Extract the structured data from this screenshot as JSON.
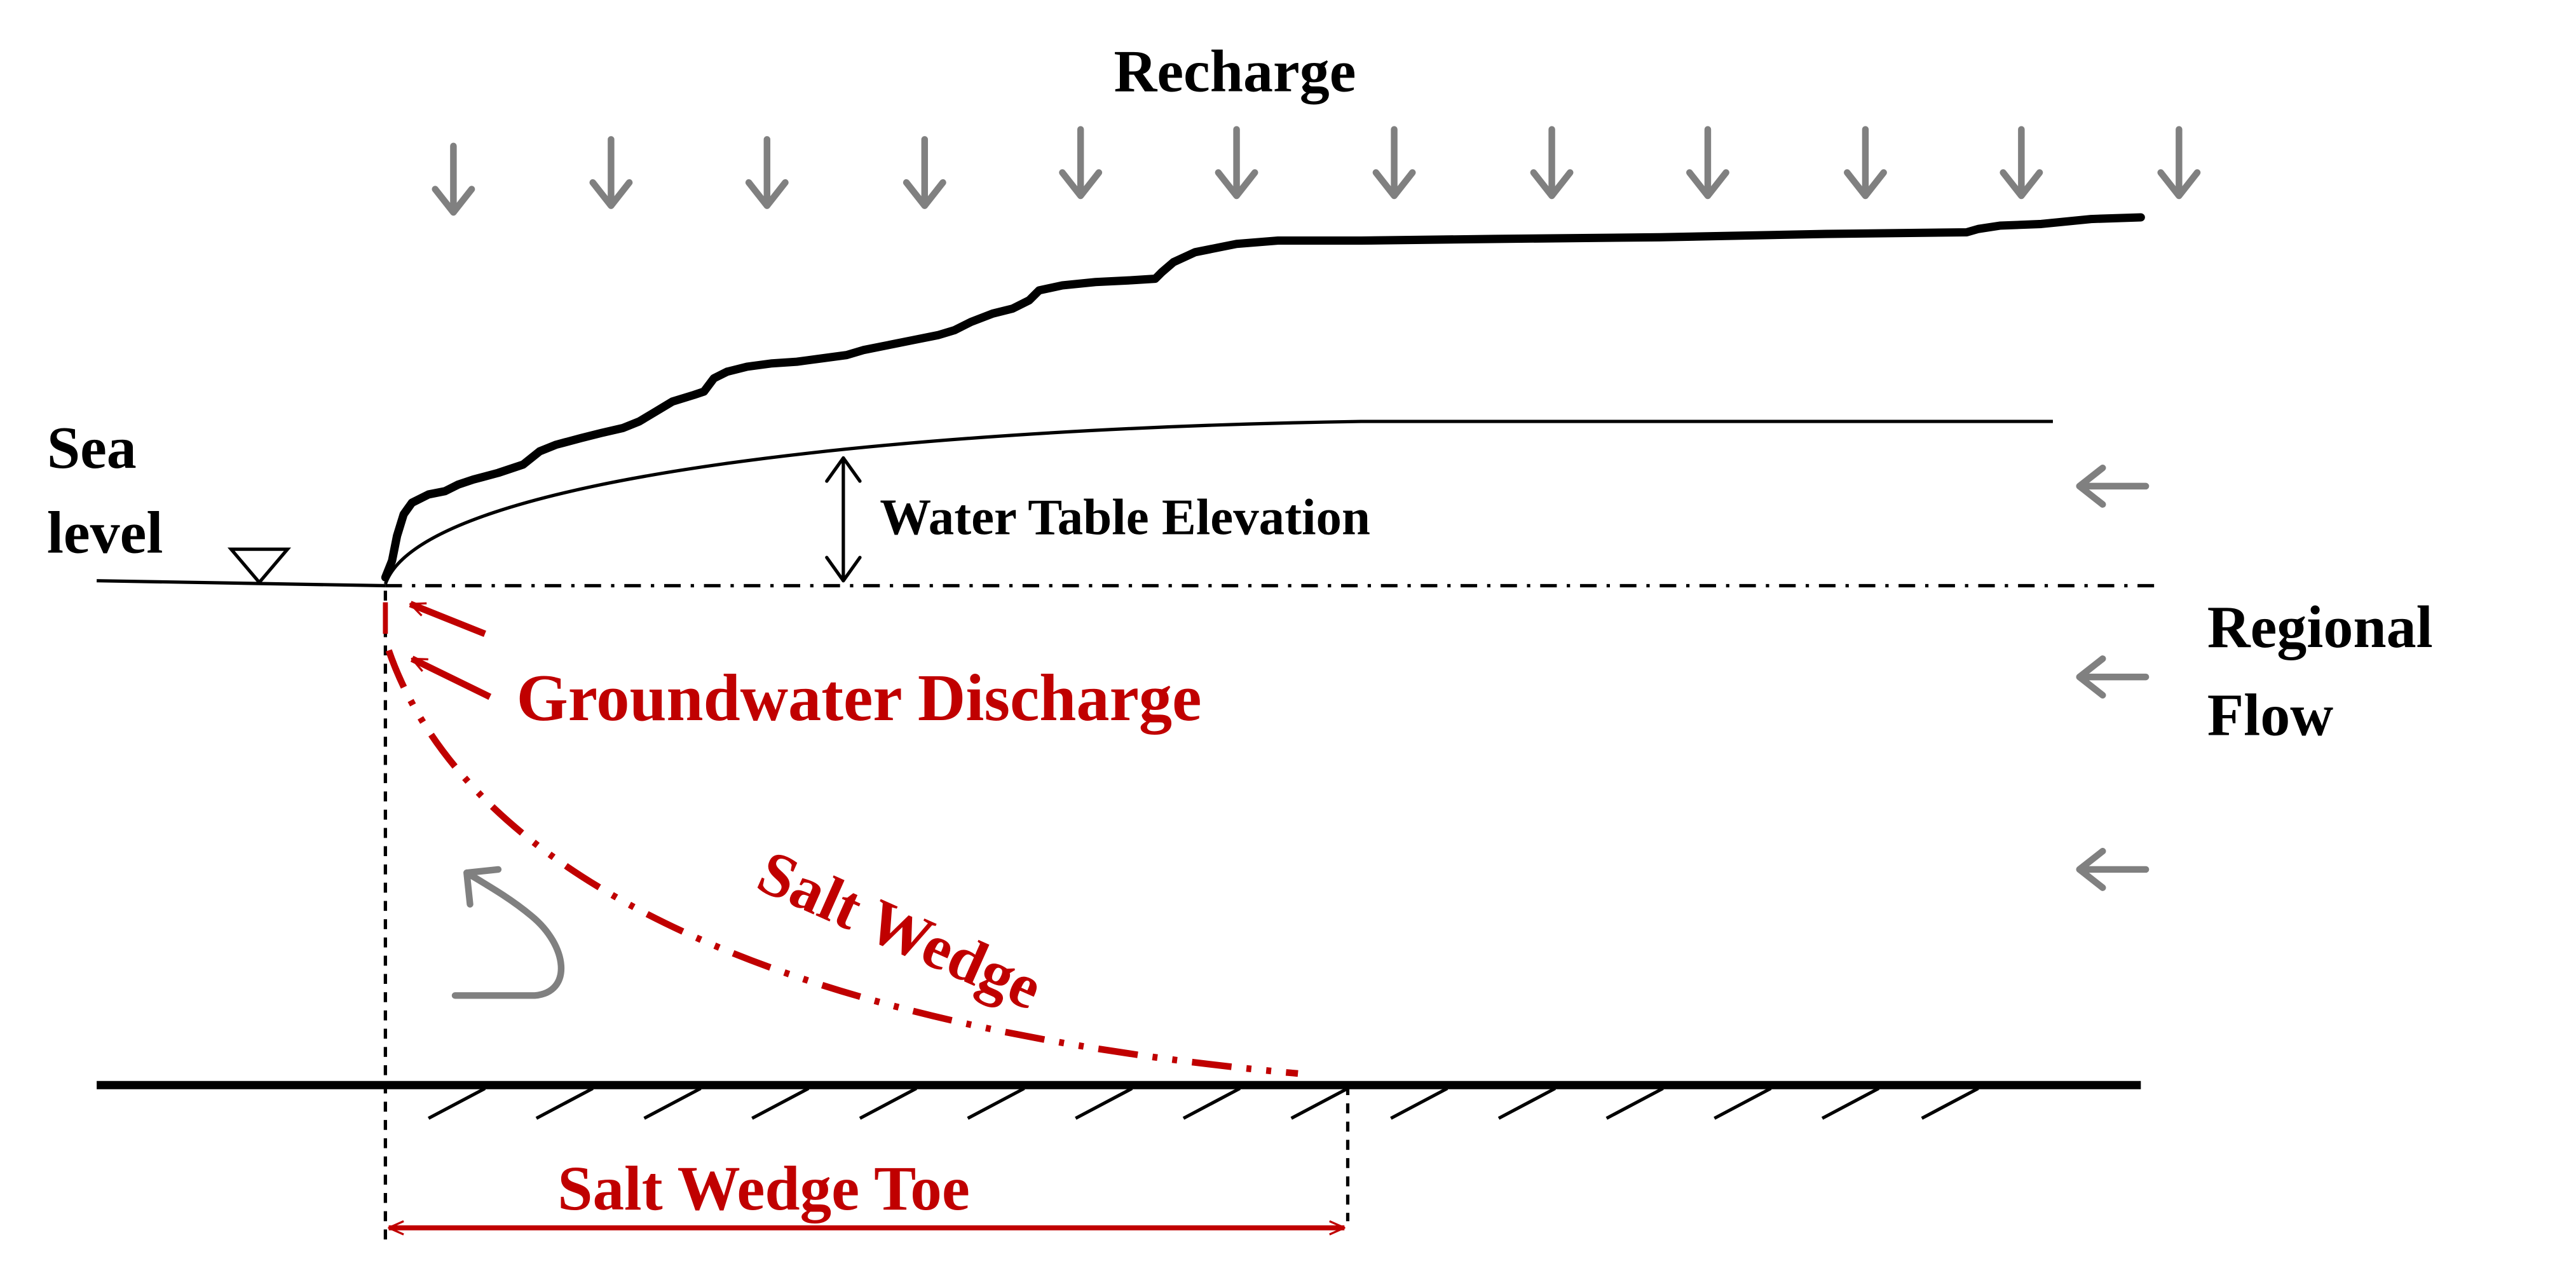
{
  "labels": {
    "recharge": "Recharge",
    "sea_level_line1": "Sea",
    "sea_level_line2": "level",
    "water_table_elevation": "Water Table Elevation",
    "regional_flow_line1": "Regional",
    "regional_flow_line2": "Flow",
    "groundwater_discharge": "Groundwater Discharge",
    "salt_wedge": "Salt Wedge",
    "salt_wedge_toe": "Salt Wedge Toe"
  },
  "colors": {
    "ink": "#000000",
    "arrow_gray": "#808080",
    "red": "#c00000",
    "background": "#ffffff"
  }
}
